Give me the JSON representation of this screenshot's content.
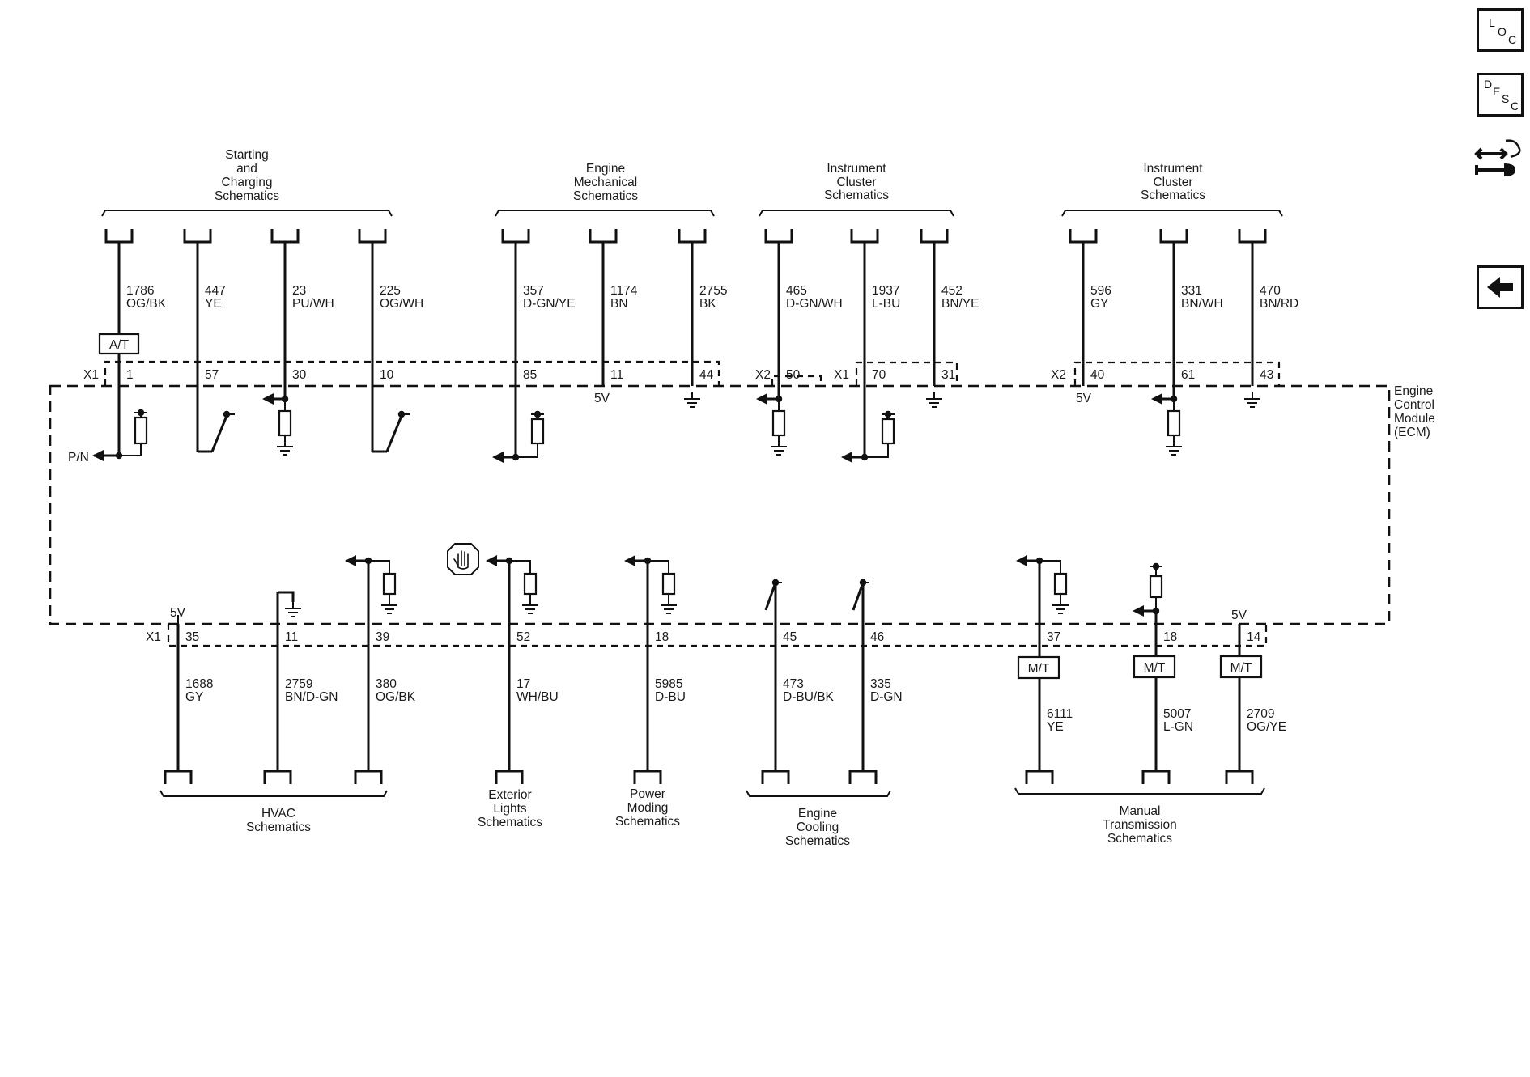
{
  "sidebar": {
    "loc_letters": [
      "L",
      "O",
      "C"
    ],
    "desc_letters": [
      "D",
      "E",
      "S",
      "C"
    ]
  },
  "module": {
    "label_lines": [
      "Engine",
      "Control",
      "Module",
      "(ECM)"
    ]
  },
  "groups": {
    "starting": [
      "Starting",
      "and",
      "Charging",
      "Schematics"
    ],
    "engine_mech": [
      "Engine",
      "Mechanical",
      "Schematics"
    ],
    "ic1": [
      "Instrument",
      "Cluster",
      "Schematics"
    ],
    "ic2": [
      "Instrument",
      "Cluster",
      "Schematics"
    ],
    "hvac": [
      "HVAC",
      "Schematics"
    ],
    "ext_lights": [
      "Exterior",
      "Lights",
      "Schematics"
    ],
    "power_moding": [
      "Power",
      "Moding",
      "Schematics"
    ],
    "engine_cooling": [
      "Engine",
      "Cooling",
      "Schematics"
    ],
    "manual_trans": [
      "Manual",
      "Transmission",
      "Schematics"
    ]
  },
  "connectors": {
    "x1": "X1",
    "x2": "X2",
    "v5": "5V",
    "pn": "P/N",
    "at": "A/T",
    "mt": "M/T"
  },
  "top_wires": [
    {
      "circuit": "1786",
      "color": "OG/BK",
      "pin": "1"
    },
    {
      "circuit": "447",
      "color": "YE",
      "pin": "57"
    },
    {
      "circuit": "23",
      "color": "PU/WH",
      "pin": "30"
    },
    {
      "circuit": "225",
      "color": "OG/WH",
      "pin": "10"
    },
    {
      "circuit": "357",
      "color": "D-GN/YE",
      "pin": "85"
    },
    {
      "circuit": "1174",
      "color": "BN",
      "pin": "11"
    },
    {
      "circuit": "2755",
      "color": "BK",
      "pin": "44"
    },
    {
      "circuit": "465",
      "color": "D-GN/WH",
      "pin": "50"
    },
    {
      "circuit": "1937",
      "color": "L-BU",
      "pin": "70"
    },
    {
      "circuit": "452",
      "color": "BN/YE",
      "pin": "31"
    },
    {
      "circuit": "596",
      "color": "GY",
      "pin": "40"
    },
    {
      "circuit": "331",
      "color": "BN/WH",
      "pin": "61"
    },
    {
      "circuit": "470",
      "color": "BN/RD",
      "pin": "43"
    }
  ],
  "bottom_wires": [
    {
      "circuit": "1688",
      "color": "GY",
      "pin": "35"
    },
    {
      "circuit": "2759",
      "color": "BN/D-GN",
      "pin": "11"
    },
    {
      "circuit": "380",
      "color": "OG/BK",
      "pin": "39"
    },
    {
      "circuit": "17",
      "color": "WH/BU",
      "pin": "52"
    },
    {
      "circuit": "5985",
      "color": "D-BU",
      "pin": "18"
    },
    {
      "circuit": "473",
      "color": "D-BU/BK",
      "pin": "45"
    },
    {
      "circuit": "335",
      "color": "D-GN",
      "pin": "46"
    },
    {
      "circuit": "6111",
      "color": "YE",
      "pin": "37"
    },
    {
      "circuit": "5007",
      "color": "L-GN",
      "pin": "18"
    },
    {
      "circuit": "2709",
      "color": "OG/YE",
      "pin": "14"
    }
  ]
}
